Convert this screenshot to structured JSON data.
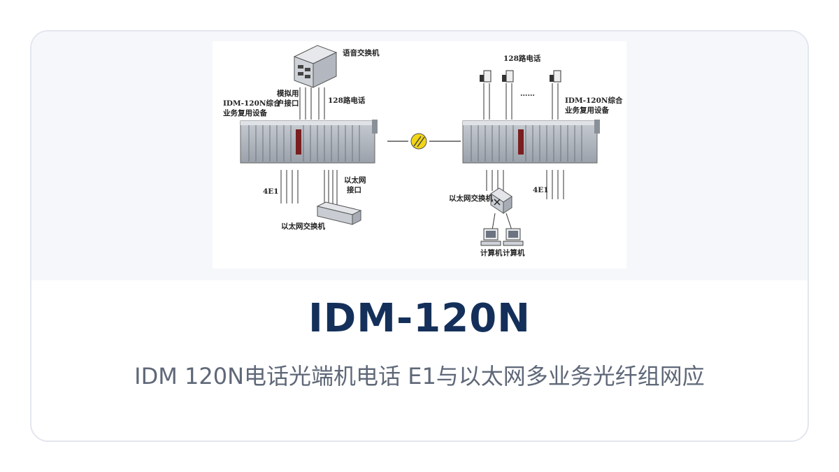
{
  "title": "IDM-120N",
  "subtitle": "IDM 120N电话光端机电话 E1与以太网多业务光纤组网应",
  "diagram": {
    "labels": {
      "voice_switch": "语音交换机",
      "analog_user_line1": "模拟用",
      "analog_user_line2": "户接口",
      "phones_left": "128路电话",
      "device_left_line1": "IDM-120N综合",
      "device_left_line2": "业务复用设备",
      "e1_left": "4E1",
      "ethernet_interface_line1": "以太网",
      "ethernet_interface_line2": "接口",
      "ethernet_switch_left": "以太网交换机",
      "phones_right": "128路电话",
      "dots": "……",
      "device_right_line1": "IDM-120N综合",
      "device_right_line2": "业务复用设备",
      "ethernet_switch_right": "以太网交换机",
      "e1_right": "4E1",
      "computer_1": "计算机",
      "computer_2": "计算机"
    }
  }
}
